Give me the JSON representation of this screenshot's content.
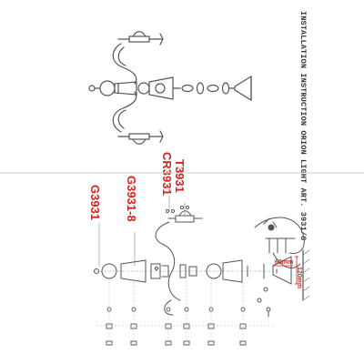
{
  "title": "INSTALLATION INSTRUCTION ORION LIGHT ART. 3931/8",
  "part_codes": [
    "T3931",
    "CR3931",
    "G3931-8",
    "G3931"
  ],
  "dimensions": [
    "60mm",
    "120mm"
  ],
  "colors": {
    "line": "#555555",
    "code": "#d92020",
    "divider": "#cccccc"
  }
}
